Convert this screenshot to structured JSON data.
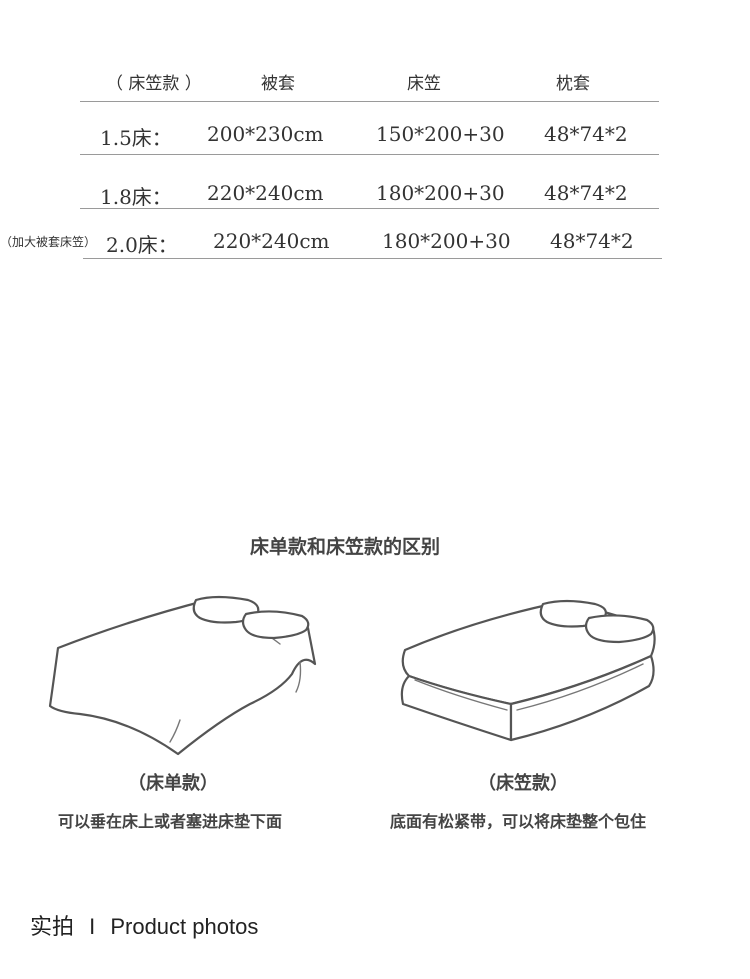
{
  "table": {
    "headers": [
      "（ 床笠款 ）",
      "被套",
      "床笠",
      "枕套"
    ],
    "rows": [
      {
        "note": "",
        "size": "1.5床：",
        "duvet": "200*230cm",
        "fitted": "150*200+30",
        "pillow": "48*74*2"
      },
      {
        "note": "",
        "size": "1.8床：",
        "duvet": "220*240cm",
        "fitted": "180*200+30",
        "pillow": "48*74*2"
      },
      {
        "note": "（加大被套床笠）",
        "size": "2.0床：",
        "duvet": "220*240cm",
        "fitted": "180*200+30",
        "pillow": "48*74*2"
      }
    ]
  },
  "comparison": {
    "title": "床单款和床笠款的区别",
    "left": {
      "label": "（床单款）",
      "desc": "可以垂在床上或者塞进床垫下面"
    },
    "right": {
      "label": "（床笠款）",
      "desc": "底面有松紧带，可以将床垫整个包住"
    }
  },
  "footer": {
    "cn": "实拍",
    "sep": "I",
    "en": "Product photos"
  }
}
